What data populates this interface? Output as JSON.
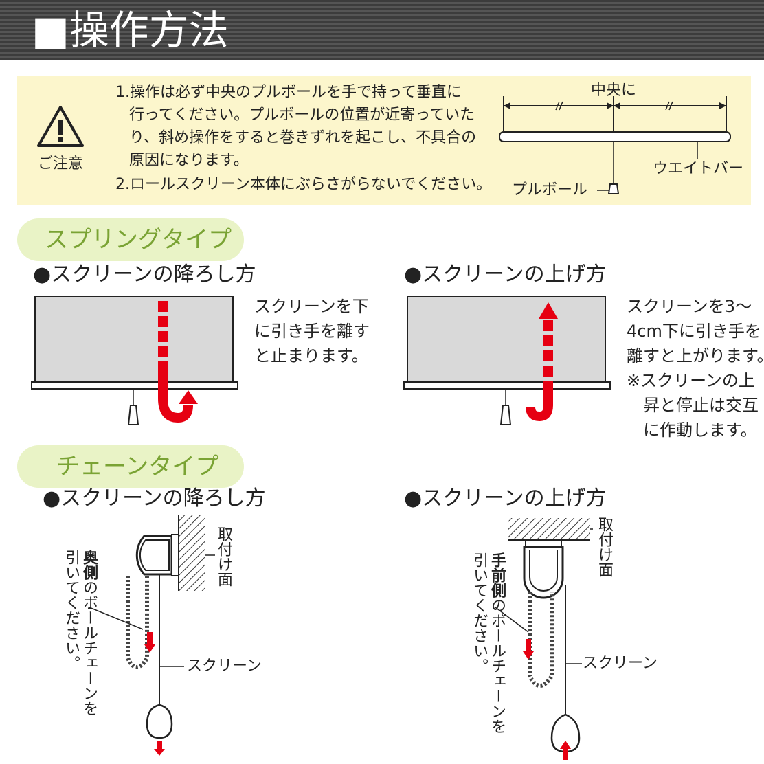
{
  "header": {
    "title": "■操作方法"
  },
  "caution": {
    "label": "ご注意",
    "notes": [
      "1.操作は必ず中央のプルボールを手で持って垂直に",
      "行ってください。プルボールの位置が近寄っていた",
      "り、斜め操作をすると巻きずれを起こし、不具合の",
      "原因になります。",
      "2.ロールスクリーン本体にぶらさがらないでください。"
    ],
    "diagram": {
      "center": "中央に",
      "weight_bar": "ウエイトバー",
      "pull_ball": "プルボール"
    }
  },
  "spring": {
    "title": "スプリングタイプ",
    "lower": {
      "title": "●スクリーンの降ろし方",
      "desc": [
        "スクリーンを下",
        "に引き手を離す",
        "と止まります。"
      ]
    },
    "raise": {
      "title": "●スクリーンの上げ方",
      "desc": [
        "スクリーンを3～",
        "4cm下に引き手を",
        "離すと上がります。",
        "※スクリーンの上",
        "昇と停止は交互",
        "に作動します。"
      ]
    }
  },
  "chain": {
    "title": "チェーンタイプ",
    "lower": {
      "title": "●スクリーンの降ろし方",
      "mount": "取付け面",
      "screen": "スクリーン",
      "instr_bold": "奥側",
      "instr_rest": "のボールチェーンを",
      "instr_line2": "引いてください。"
    },
    "raise": {
      "title": "●スクリーンの上げ方",
      "mount": "取付け面",
      "screen": "スクリーン",
      "instr_bold": "手前側",
      "instr_rest": "のボールチェーンを",
      "instr_line2": "引いてください。"
    }
  },
  "colors": {
    "accent_red": "#e60012",
    "green_text": "#7aa334",
    "pill_bg": "#e9f3c6",
    "caution_bg": "#fcf6cc"
  }
}
